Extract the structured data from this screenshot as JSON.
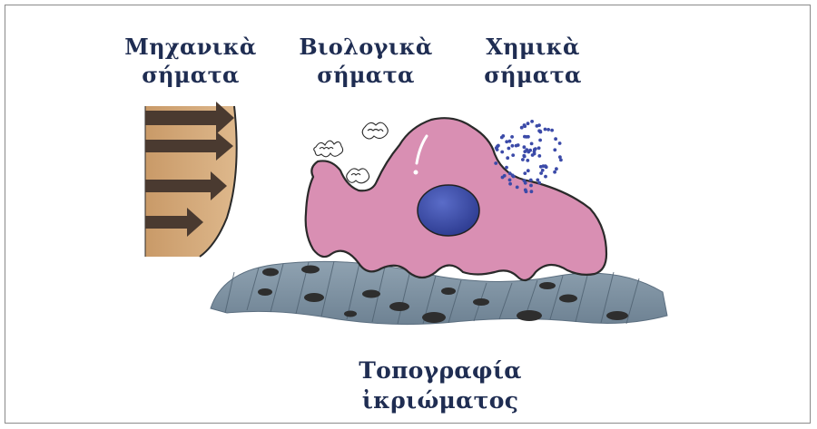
{
  "labels": {
    "mechanical": {
      "line1": "Μηχανικὰ",
      "line2": "σήματα"
    },
    "biological": {
      "line1": "Βιολογικὰ",
      "line2": "σήματα"
    },
    "chemical": {
      "line1": "Χημικὰ",
      "line2": "σήματα"
    },
    "topography": {
      "line1": "Τοπογραφία",
      "line2": "ἰκριώματος"
    }
  },
  "colors": {
    "label_text": "#1f2d52",
    "flow_profile_fill": "#d2a87a",
    "arrow_fill": "#4a3a30",
    "cell_fill": "#d98fb3",
    "nucleus_fill": "#3f4fa6",
    "scaffold_fill": "#7f93a3",
    "chemical_dots": "#3b4aa8",
    "pores": "#2e2e2e"
  }
}
